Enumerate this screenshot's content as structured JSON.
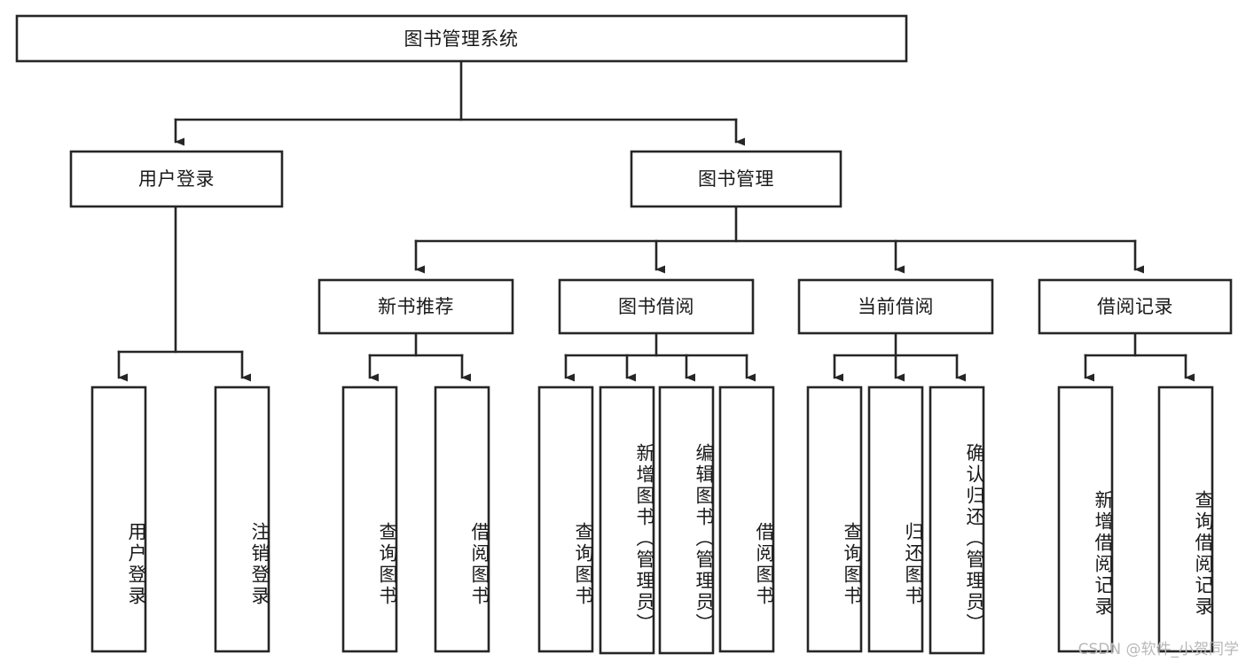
{
  "diagram": {
    "title": "图书管理系统",
    "type": "tree",
    "watermark": "CSDN @软件_小贺同学",
    "stroke_color": "#262626",
    "fill_color": "#ffffff",
    "background": "#ffffff"
  },
  "nodes": {
    "root": {
      "label": "图书管理系统"
    },
    "level2": [
      {
        "label": "用户登录"
      },
      {
        "label": "图书管理"
      }
    ],
    "level3": [
      {
        "label": "新书推荐"
      },
      {
        "label": "图书借阅"
      },
      {
        "label": "当前借阅"
      },
      {
        "label": "借阅记录"
      }
    ],
    "leaves": {
      "user_login": [
        {
          "label": "用户登录"
        },
        {
          "label": "注销登录"
        }
      ],
      "new_book_recommend": [
        {
          "label": "查询图书"
        },
        {
          "label": "借阅图书"
        }
      ],
      "book_borrow": [
        {
          "label": "查询图书"
        },
        {
          "label": "新增图书（管理员）"
        },
        {
          "label": "编辑图书（管理员）"
        },
        {
          "label": "借阅图书"
        }
      ],
      "current_borrow": [
        {
          "label": "查询图书"
        },
        {
          "label": "归还图书"
        },
        {
          "label": "确认归还（管理员）"
        }
      ],
      "borrow_record": [
        {
          "label": "新增借阅记录"
        },
        {
          "label": "查询借阅记录"
        }
      ]
    }
  }
}
